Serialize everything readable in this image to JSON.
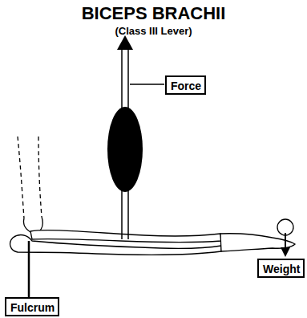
{
  "diagram": {
    "title": "BICEPS BRACHII",
    "nodes": [
      {
        "text": [
          "Force"
        ]
      },
      {
        "text": [
          "Weight"
        ]
      },
      {
        "text": [
          "Fulcrum"
        ]
      }
    ],
    "labels": [
      "(Class III Lever)"
    ]
  }
}
